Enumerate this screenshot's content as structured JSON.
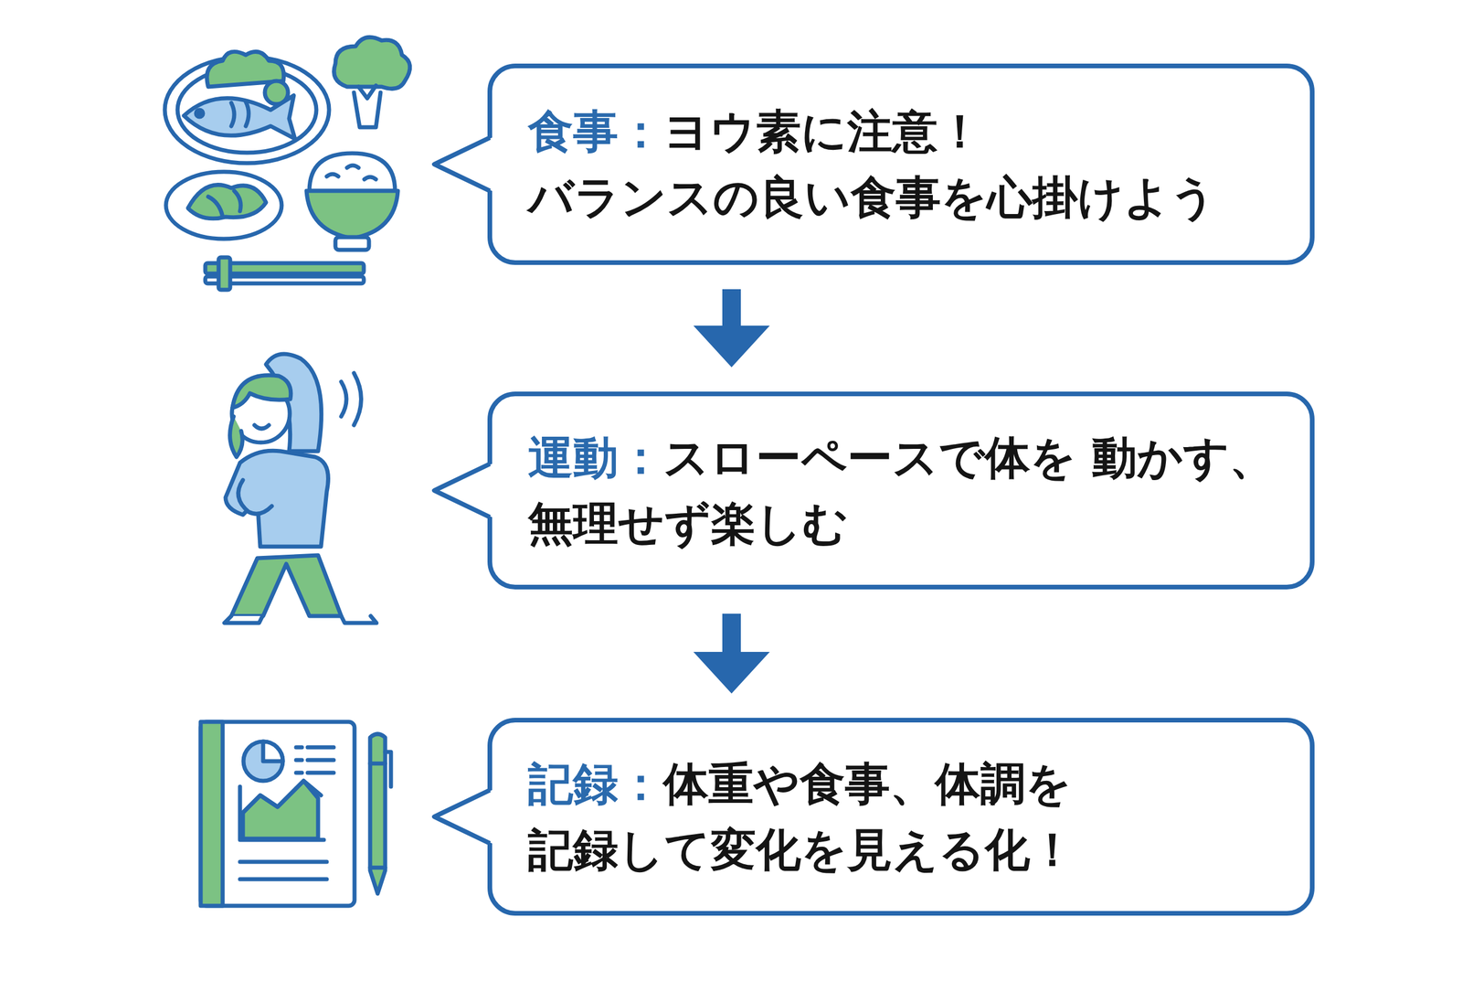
{
  "diagram": {
    "nodes": [
      {
        "text": [
          "食事：",
          "ヨウ素に注意！ バランスの良い食事を心掛けよう"
        ]
      },
      {
        "text": [
          "運動：",
          "スローペースで体を 動かす、無理せず楽しむ"
        ]
      },
      {
        "text": [
          "記録：",
          "体重や食事、体調を 記録して変化を見える化！"
        ]
      }
    ],
    "edges": [
      {
        "from": 0,
        "to": 1,
        "arrow": "to"
      },
      {
        "from": 1,
        "to": 2,
        "arrow": "to"
      }
    ]
  }
}
